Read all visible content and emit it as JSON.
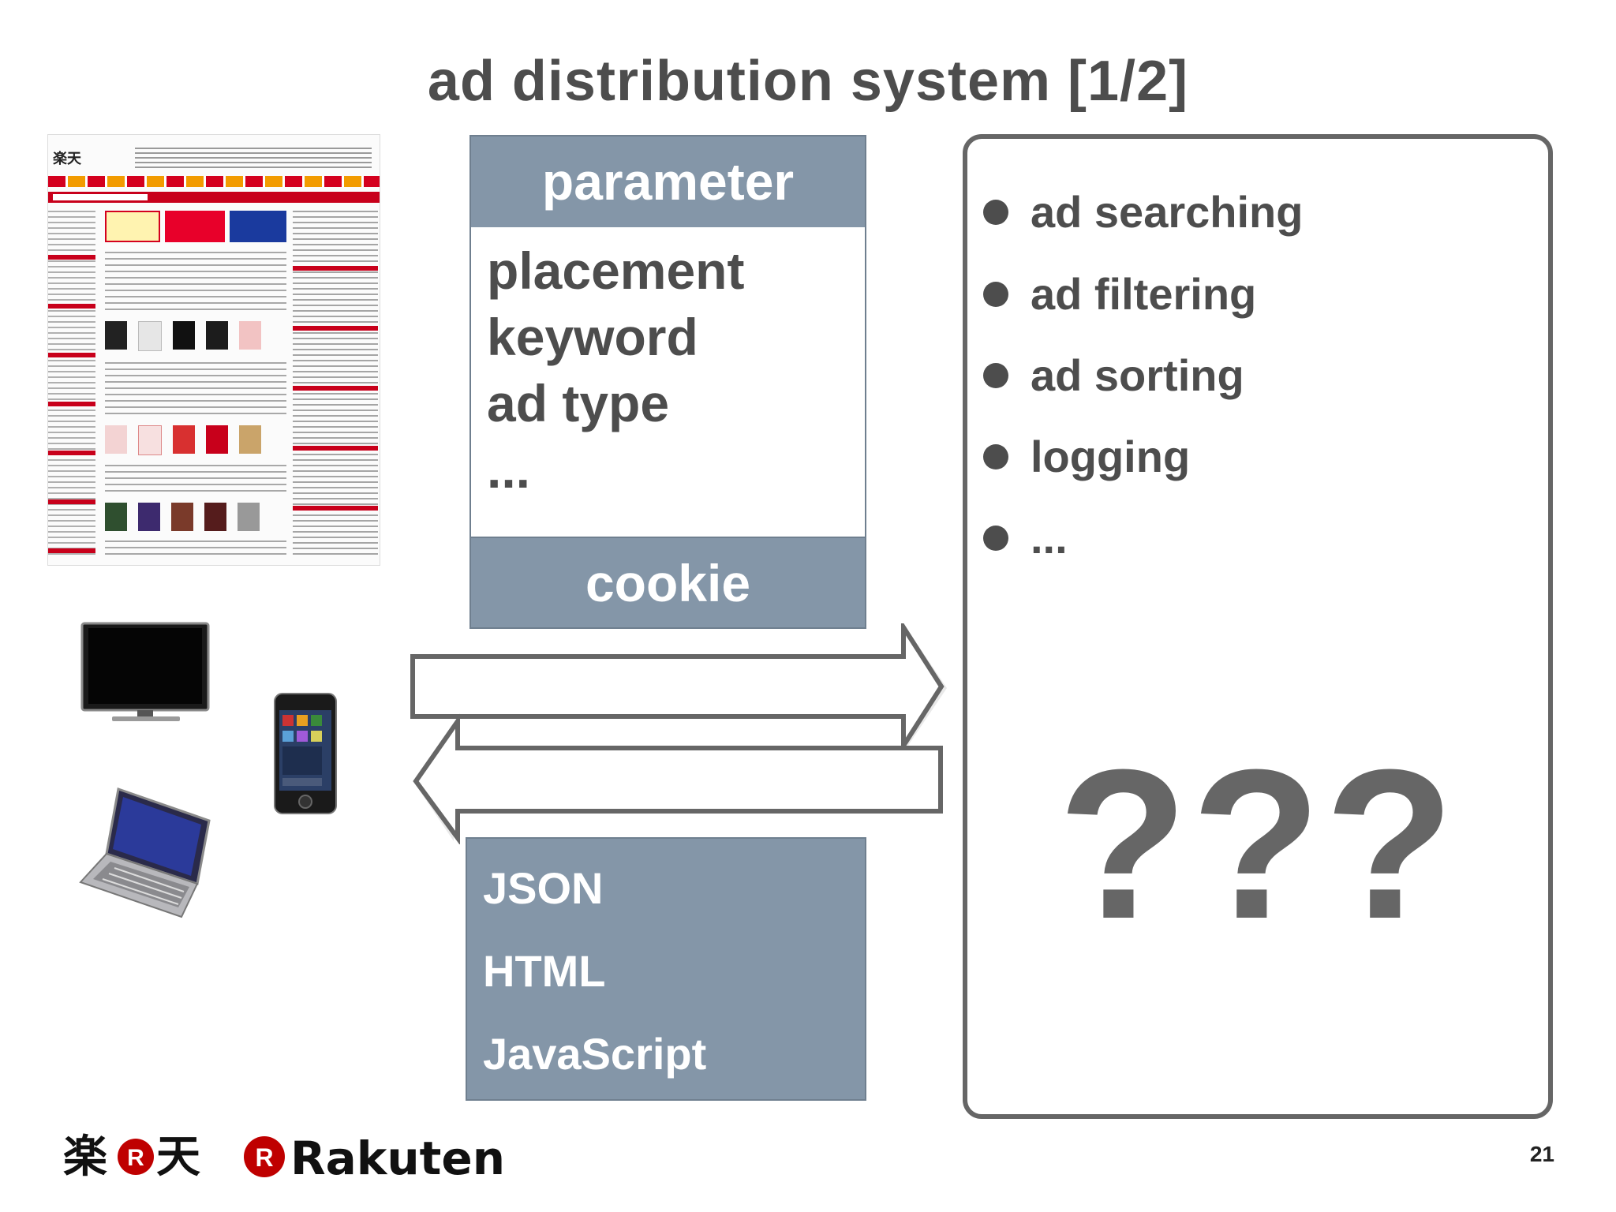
{
  "slide": {
    "title": "ad distribution system [1/2]",
    "page_number": "21"
  },
  "request": {
    "header": "parameter",
    "params": [
      "placement",
      "keyword",
      "ad type",
      "..."
    ],
    "footer": "cookie"
  },
  "response": {
    "formats": [
      "JSON",
      "HTML",
      "JavaScript"
    ]
  },
  "server": {
    "features": [
      "ad searching",
      "ad filtering",
      "ad sorting",
      "logging",
      "..."
    ],
    "unknown": "???"
  },
  "logos": {
    "jp_left": "楽",
    "jp_mark": "R",
    "jp_right": "天",
    "en_mark": "R",
    "en_text": "Rakuten"
  },
  "site_logo": "楽天",
  "colors": {
    "panel": "#8496a8",
    "text": "#4d4d4d",
    "brand": "#bf0000"
  }
}
